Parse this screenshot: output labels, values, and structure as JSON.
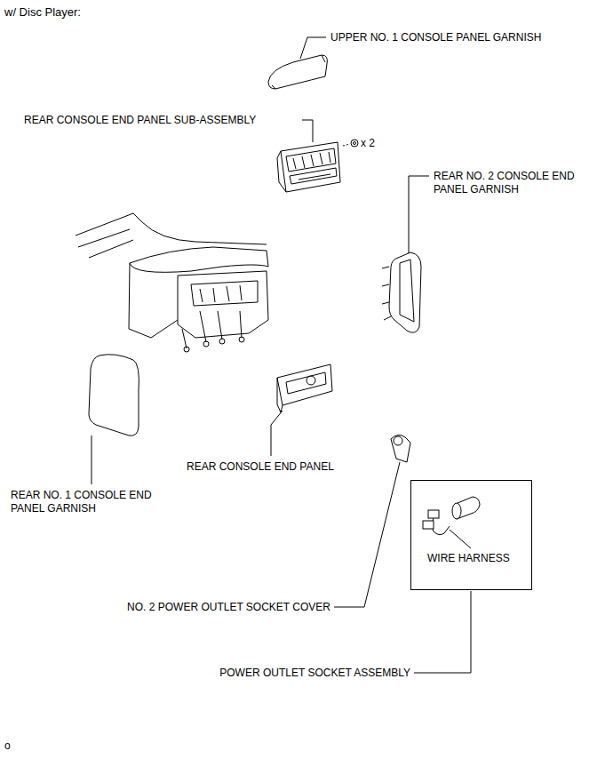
{
  "diagram": {
    "title": "w/ Disc Player:",
    "nodes": [
      {
        "text": [
          "WIRE HARNESS"
        ]
      }
    ],
    "labels": [
      "UPPER NO. 1 CONSOLE PANEL GARNISH",
      "REAR CONSOLE END PANEL SUB-ASSEMBLY",
      "x 2",
      "REAR NO. 2 CONSOLE END PANEL GARNISH",
      "REAR CONSOLE END PANEL",
      "REAR NO. 1 CONSOLE END PANEL GARNISH",
      "NO. 2 POWER OUTLET SOCKET COVER",
      "POWER OUTLET SOCKET ASSEMBLY",
      "o"
    ]
  }
}
